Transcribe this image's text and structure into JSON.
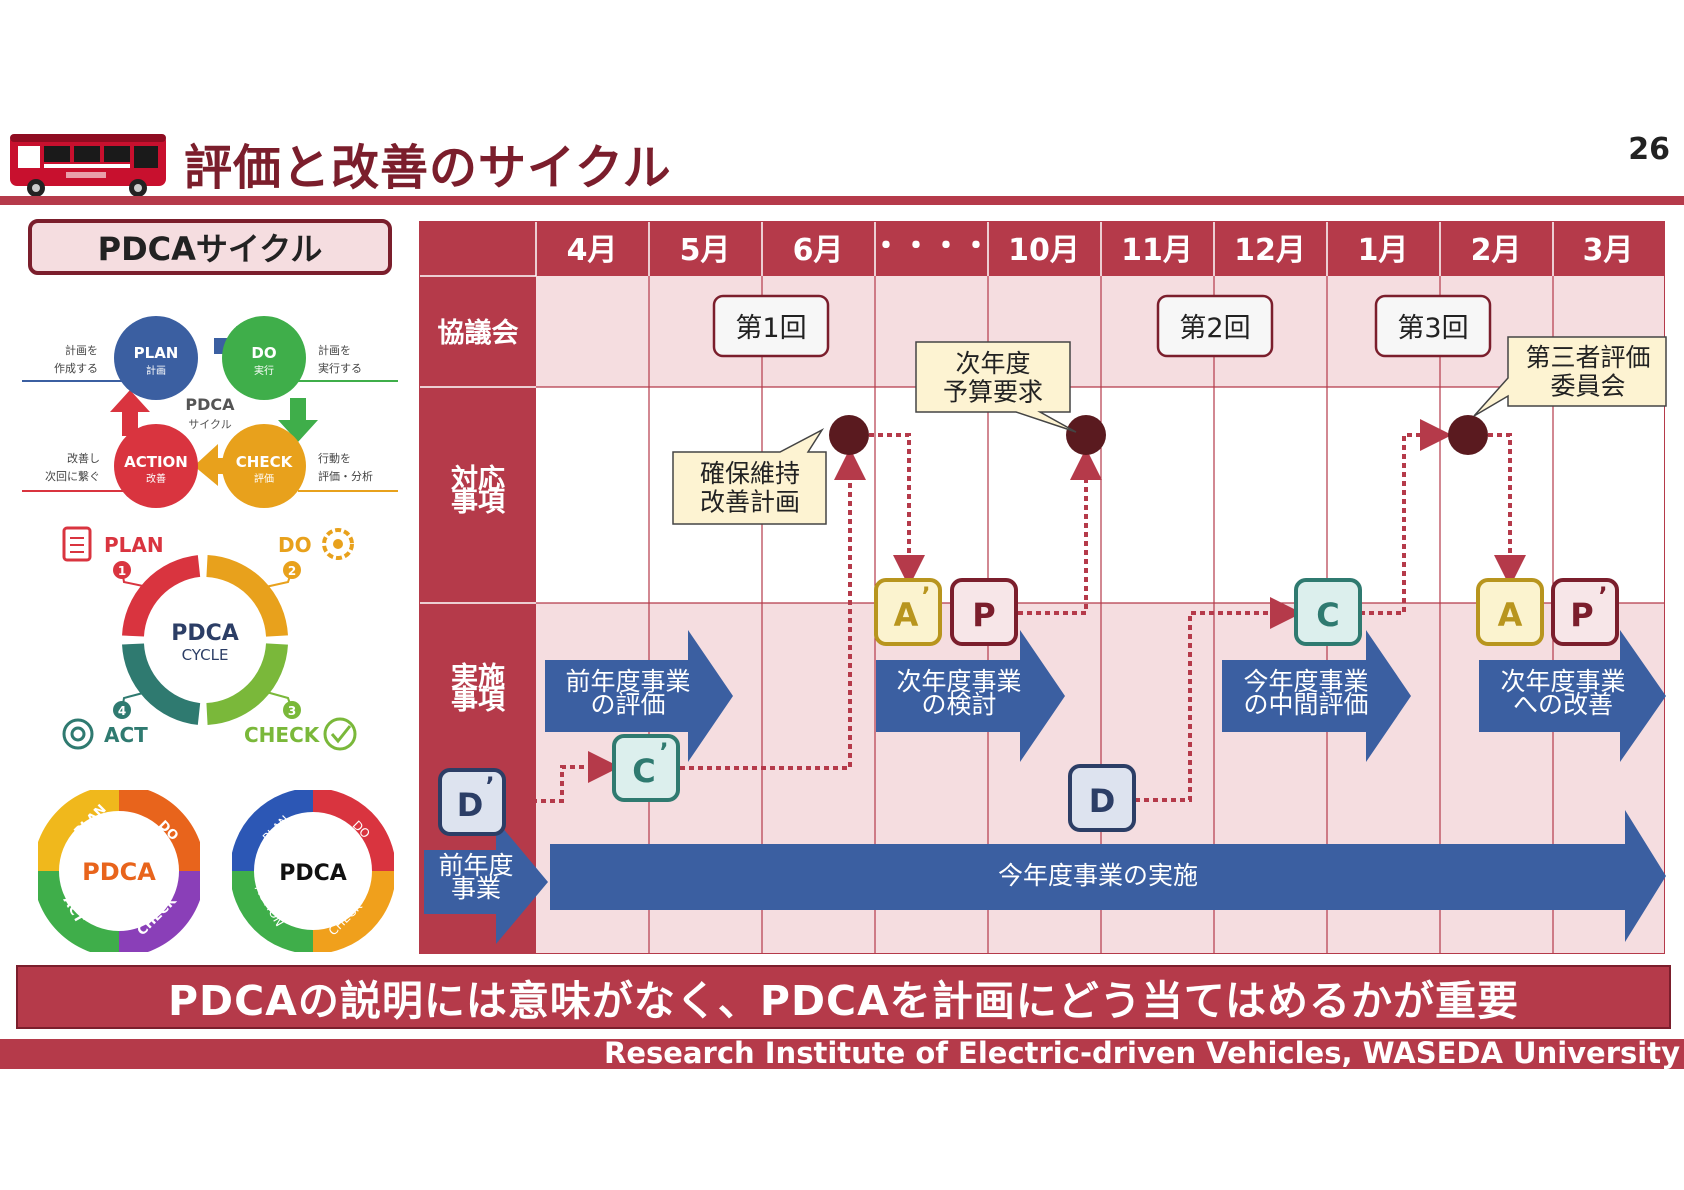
{
  "header": {
    "title": "評価と改善のサイクル",
    "page_number": "26"
  },
  "left_panel": {
    "label": "PDCAサイクル",
    "wheel1": {
      "plan": "PLAN",
      "plan_sub": "計画",
      "do": "DO",
      "do_sub": "実行",
      "check": "CHECK",
      "check_sub": "評価",
      "action": "ACTION",
      "action_sub": "改善",
      "center": "PDCA",
      "center_sub": "サイクル",
      "note_plan": [
        "計画を",
        "作成する"
      ],
      "note_do": [
        "計画を",
        "実行する"
      ],
      "note_check": [
        "行動を",
        "評価・分析"
      ],
      "note_action": [
        "改善し",
        "次回に繋ぐ"
      ]
    },
    "wheel2": {
      "plan": "PLAN",
      "do": "DO",
      "check": "CHECK",
      "act": "ACT",
      "n1": "1",
      "n2": "2",
      "n3": "3",
      "n4": "4",
      "center": "PDCA",
      "center_sub": "CYCLE"
    },
    "wheel3": {
      "center": "PDCA",
      "plan": "PLAN",
      "do": "DO",
      "check": "CHECK",
      "act": "ACT"
    },
    "wheel4": {
      "center": "PDCA",
      "plan": "PLAN",
      "do": "DO",
      "check": "CHECK",
      "action": "ACTION"
    }
  },
  "schedule": {
    "months": [
      "4月",
      "5月",
      "6月",
      "・・・・",
      "10月",
      "11月",
      "12月",
      "1月",
      "2月",
      "3月"
    ],
    "rows": [
      "協議会",
      "対応\n事項",
      "実施\n事項",
      "前年度\n事業"
    ],
    "meetings": [
      "第1回",
      "第2回",
      "第3回"
    ],
    "callouts": {
      "budget": "次年度\n予算要求",
      "maintain": "確保維持\n改善計画",
      "third_party": "第三者評価\n委員会"
    },
    "markers": [
      "A",
      "P",
      "C",
      "A",
      "P",
      "C",
      "D",
      "D"
    ],
    "arrows": {
      "prev_eval": "前年度事業\nの評価",
      "next_review": "次年度事業\nの検討",
      "mid_eval": "今年度事業\nの中間評価",
      "improve": "次年度事業\nへの改善",
      "implement": "今年度事業の実施"
    }
  },
  "bottom_message": "PDCAの説明には意味がなく、PDCAを計画にどう当てはめるかが重要",
  "footer": "Research Institute of Electric-driven Vehicles, WASEDA University",
  "colors": {
    "maroon": "#7b1e2c",
    "header_red": "#b53a4a",
    "pink_fill": "#f5dde0",
    "blue_arrow": "#3b5fa1",
    "marker_A": "#b8951e",
    "marker_P": "#7b1e2c",
    "marker_C": "#2f7a70",
    "marker_D": "#2c3e66"
  }
}
